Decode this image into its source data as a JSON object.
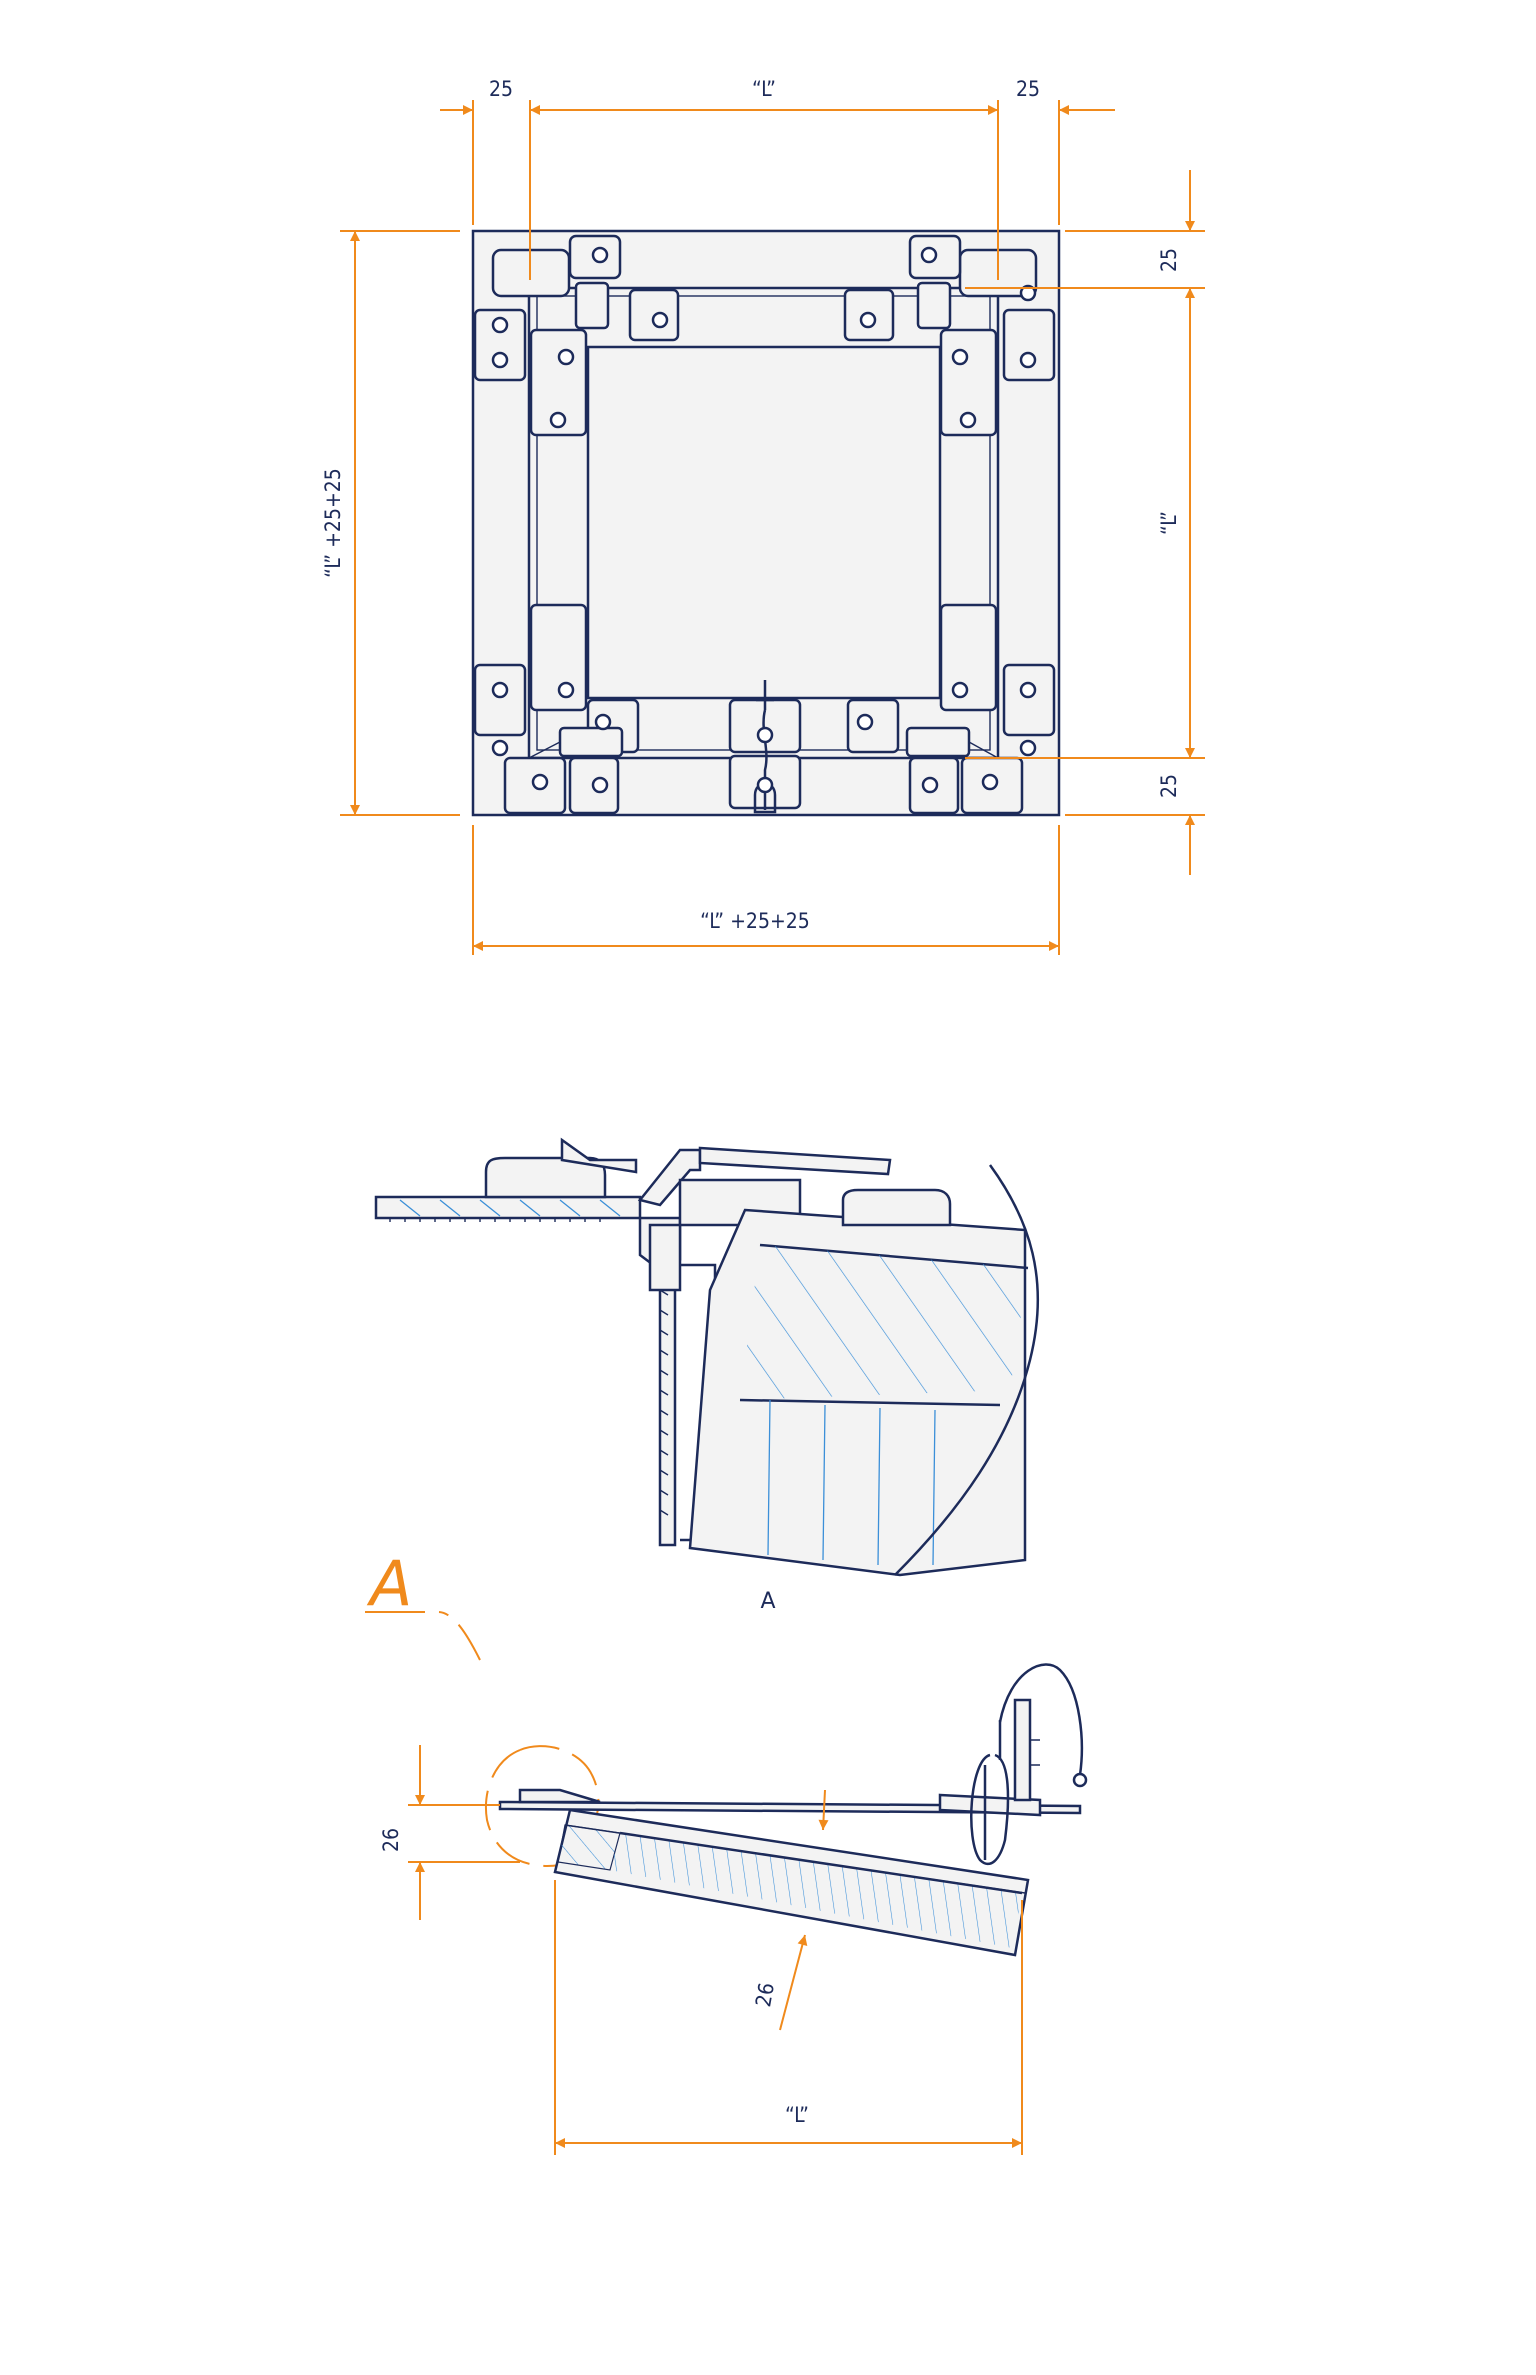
{
  "colors": {
    "line": "#1d2b5a",
    "dimension": "#f08a1c",
    "hatch": "#3b8fd8",
    "panel": "#f3f3f3"
  },
  "plan_view": {
    "top_dims": {
      "left": "25",
      "middle": "“L”",
      "right": "25"
    },
    "right_dims": {
      "top": "25",
      "middle": "“L”",
      "bottom": "25"
    },
    "left_dim": "“L” +25+25",
    "bottom_dim": "“L” +25+25"
  },
  "detail_view": {
    "label": "A"
  },
  "section_view": {
    "callout": "A",
    "left_dim": "26",
    "thickness_dim": "26",
    "bottom_dim": "“L”"
  }
}
